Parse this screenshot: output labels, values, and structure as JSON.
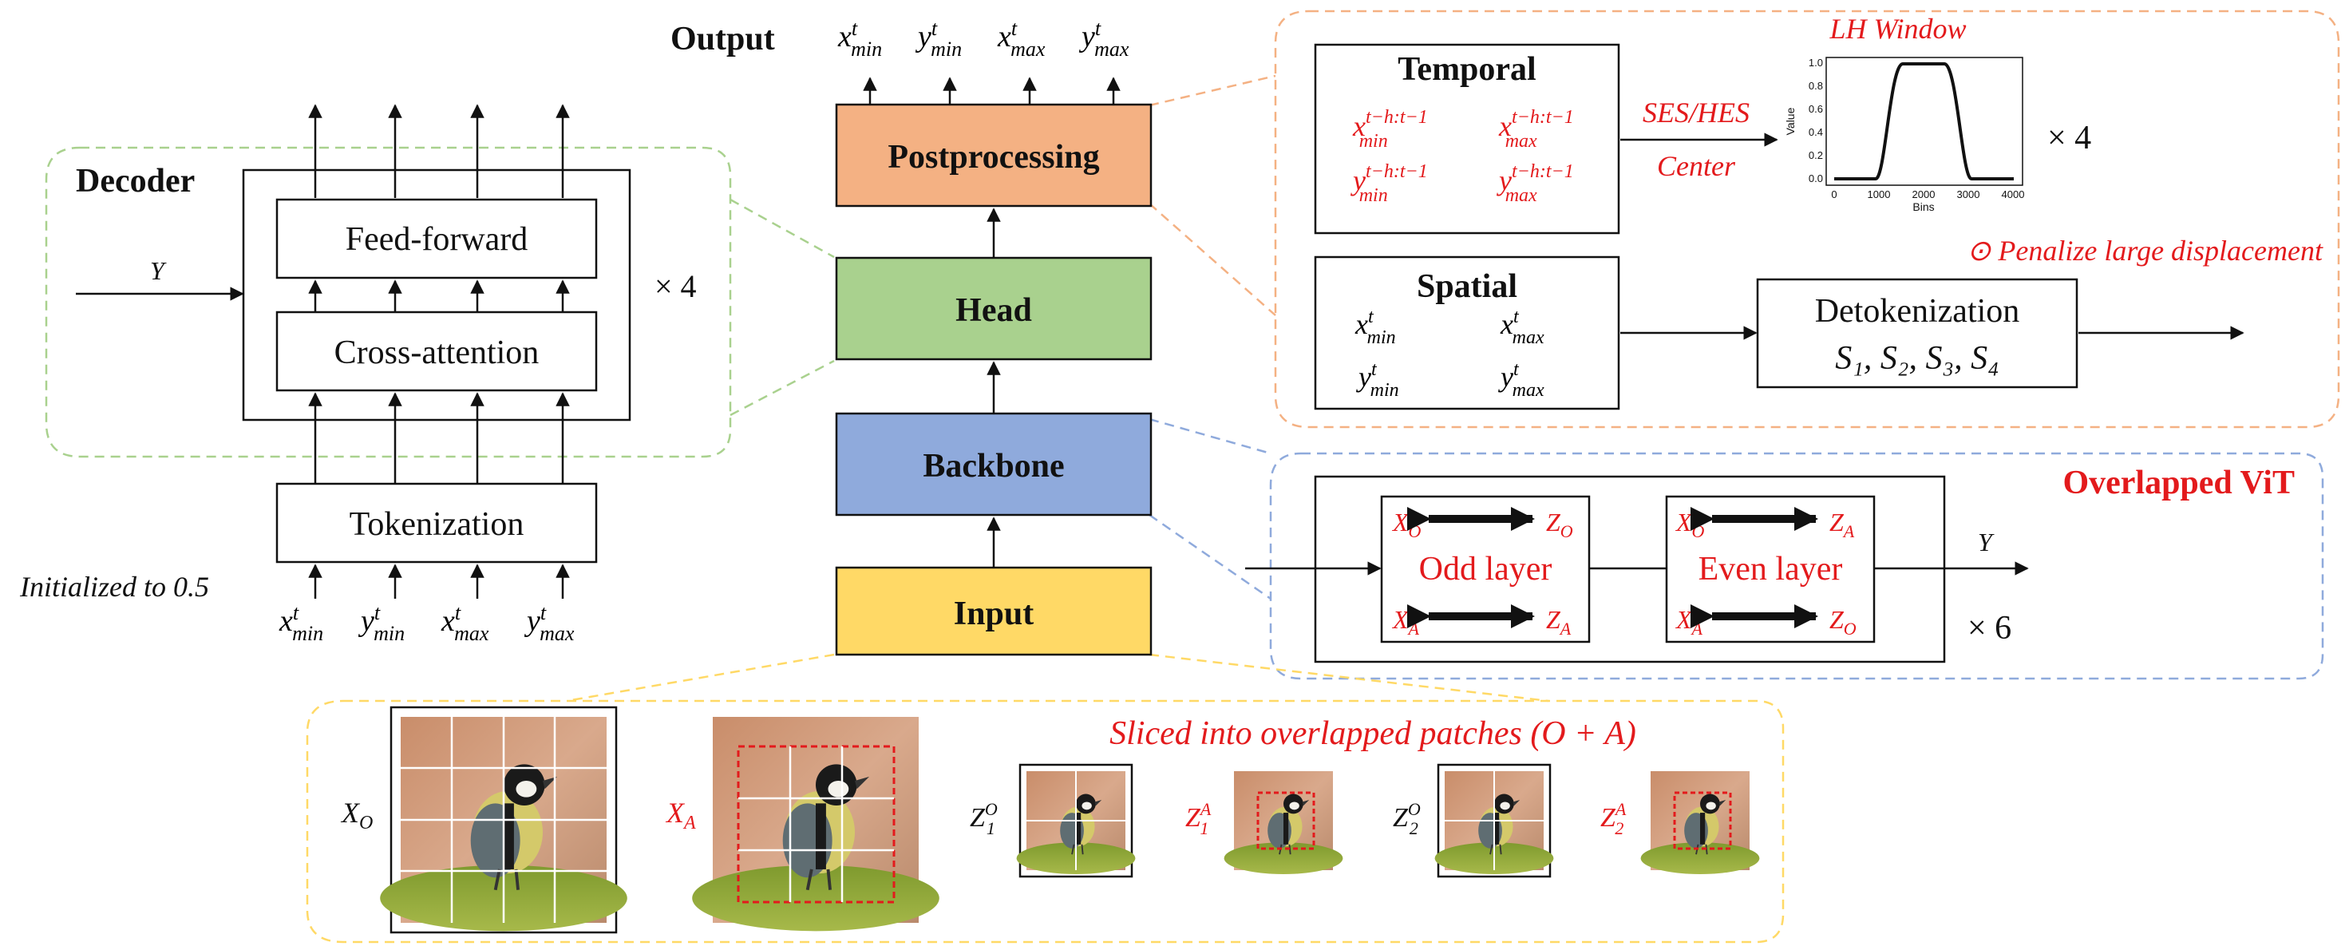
{
  "output_label": "Output",
  "output_vars": [
    {
      "base": "x",
      "sup": "t",
      "sub": "min"
    },
    {
      "base": "y",
      "sup": "t",
      "sub": "min"
    },
    {
      "base": "x",
      "sup": "t",
      "sub": "max"
    },
    {
      "base": "y",
      "sup": "t",
      "sub": "max"
    }
  ],
  "pipeline": {
    "postprocessing": "Postprocessing",
    "head": "Head",
    "backbone": "Backbone",
    "input": "Input"
  },
  "decoder": {
    "title": "Decoder",
    "feed_forward": "Feed-forward",
    "cross_attention": "Cross-attention",
    "repeat": "× 4",
    "query_label": "Y",
    "tokenization": "Tokenization",
    "init_note": "Initialized to 0.5",
    "input_vars": [
      {
        "base": "x",
        "sup": "t",
        "sub": "min"
      },
      {
        "base": "y",
        "sup": "t",
        "sub": "min"
      },
      {
        "base": "x",
        "sup": "t",
        "sub": "max"
      },
      {
        "base": "y",
        "sup": "t",
        "sub": "max"
      }
    ]
  },
  "temporal": {
    "title": "Temporal",
    "vars": [
      {
        "base": "x",
        "sup": "t−h:t−1",
        "sub": "min"
      },
      {
        "base": "x",
        "sup": "t−h:t−1",
        "sub": "max"
      },
      {
        "base": "y",
        "sup": "t−h:t−1",
        "sub": "min"
      },
      {
        "base": "y",
        "sup": "t−h:t−1",
        "sub": "max"
      }
    ],
    "arrow_label_top": "SES/HES",
    "arrow_label_bottom": "Center",
    "repeat": "× 4"
  },
  "lh_window": {
    "title": "LH Window",
    "xlabel": "Bins",
    "ylabel": "Value",
    "xticks": [
      "0",
      "1000",
      "2000",
      "3000",
      "4000"
    ],
    "yticks": [
      "0.0",
      "0.2",
      "0.4",
      "0.6",
      "0.8",
      "1.0"
    ]
  },
  "penalize_note": "⊙ Penalize large displacement",
  "spatial": {
    "title": "Spatial",
    "vars": [
      {
        "base": "x",
        "sup": "t",
        "sub": "min"
      },
      {
        "base": "x",
        "sup": "t",
        "sub": "max"
      },
      {
        "base": "y",
        "sup": "t",
        "sub": "min"
      },
      {
        "base": "y",
        "sup": "t",
        "sub": "max"
      }
    ]
  },
  "detokenization": {
    "title": "Detokenization",
    "formula": "S₁, S₂, S₃, S₄"
  },
  "overlapped_vit": {
    "title": "Overlapped ViT",
    "odd_layer": "Odd layer",
    "even_layer": "Even layer",
    "output_label": "Y",
    "repeat": "× 6",
    "odd_top": [
      "X",
      "O",
      "Z",
      "O"
    ],
    "odd_bottom": [
      "X",
      "A",
      "Z",
      "A"
    ],
    "even_top": [
      "X",
      "O",
      "Z",
      "A"
    ],
    "even_bottom": [
      "X",
      "A",
      "Z",
      "O"
    ]
  },
  "patches": {
    "title": "Sliced into overlapped patches (O + A)",
    "labels": [
      {
        "base": "X",
        "sub": "O",
        "sup": "",
        "color": "black"
      },
      {
        "base": "X",
        "sub": "A",
        "sup": "",
        "color": "red"
      },
      {
        "base": "Z",
        "sub": "1",
        "sup": "O",
        "color": "black"
      },
      {
        "base": "Z",
        "sub": "1",
        "sup": "A",
        "color": "red"
      },
      {
        "base": "Z",
        "sub": "2",
        "sup": "O",
        "color": "black"
      },
      {
        "base": "Z",
        "sub": "2",
        "sup": "A",
        "color": "red"
      }
    ]
  },
  "colors": {
    "postprocessing": "#f4b183",
    "head": "#a9d18e",
    "backbone": "#8faadc",
    "input": "#ffd966",
    "decoder_dash": "#a9d18e",
    "post_dash": "#f4b183",
    "vit_dash": "#8faadc",
    "input_dash": "#ffd966",
    "red": "#e31a1c"
  }
}
